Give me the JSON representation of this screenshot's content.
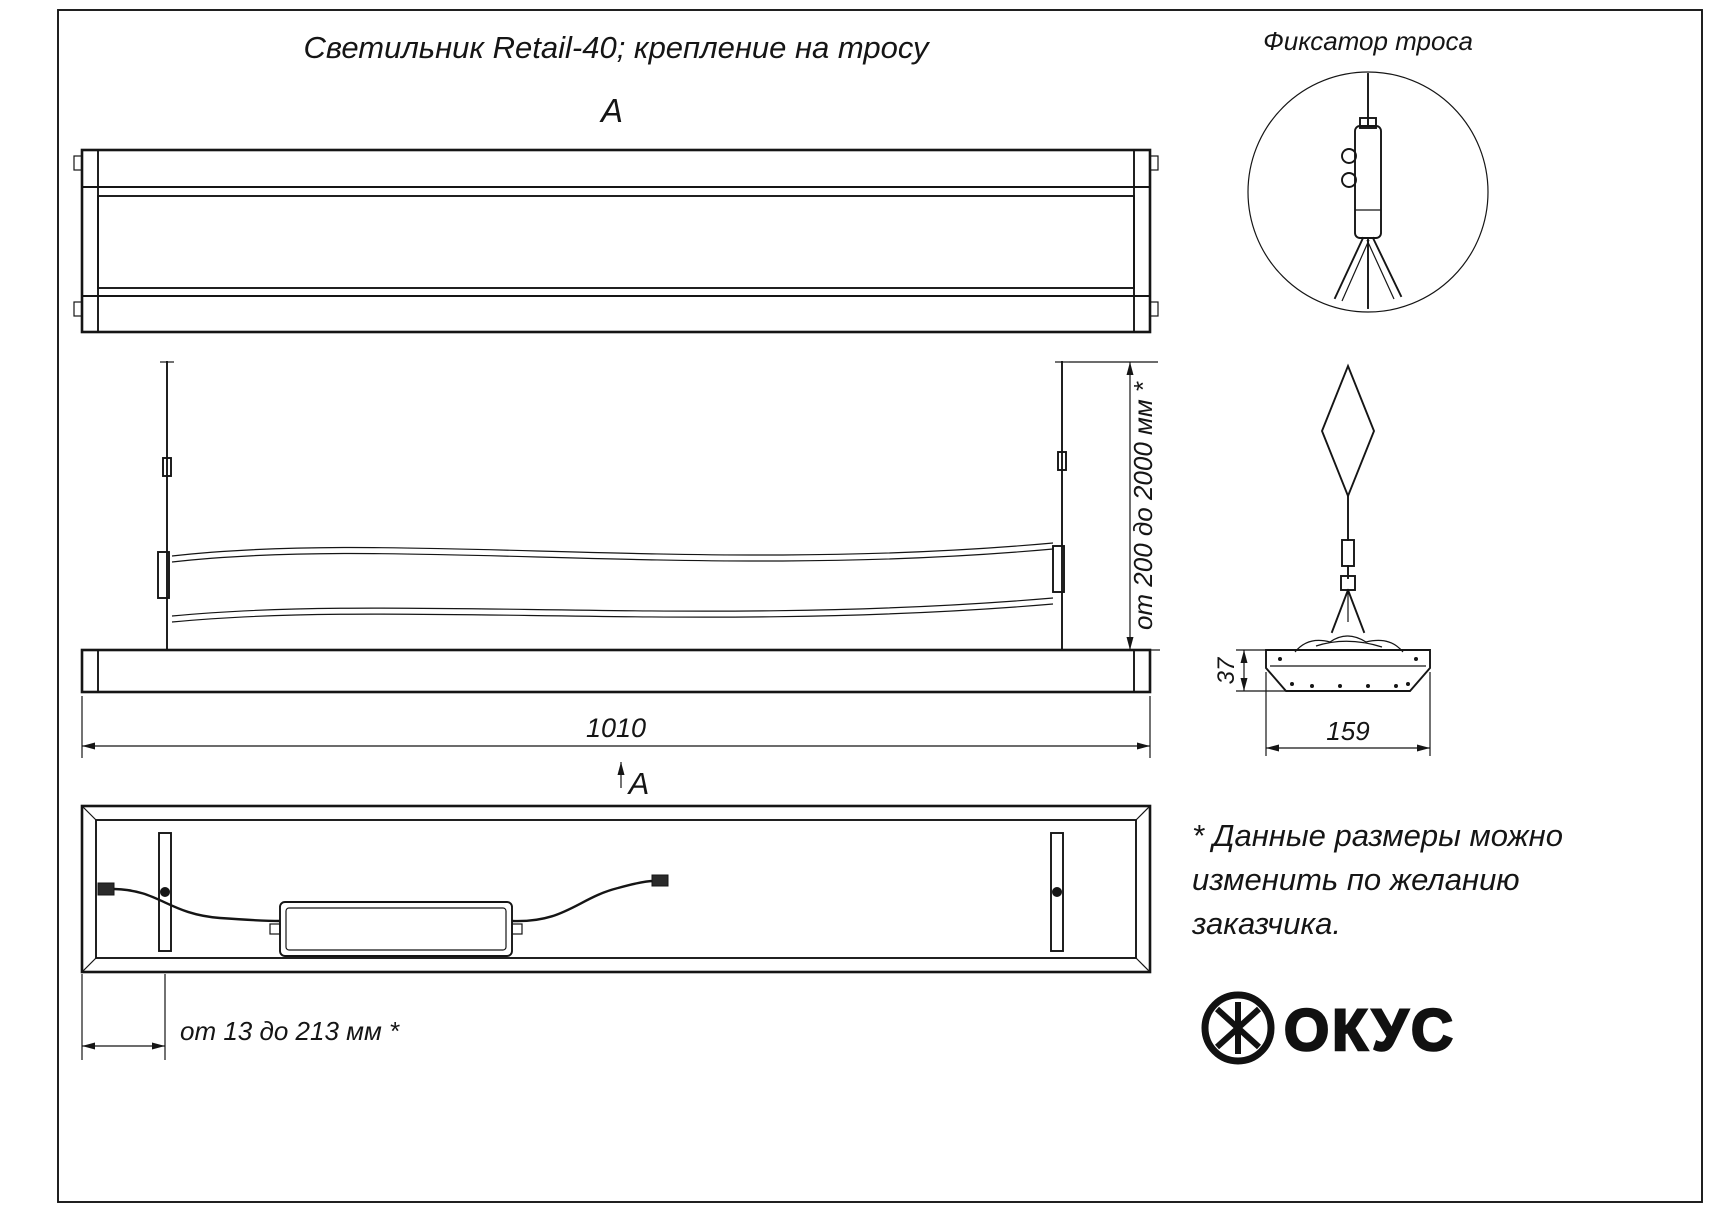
{
  "title": "Светильник Retail-40; крепление на тросу",
  "sections": {
    "top_marker": "А",
    "bottom_marker": "А"
  },
  "detail": {
    "label": "Фиксатор троса"
  },
  "dims": {
    "length": "1010",
    "suspension": "от 200 до 2000 мм *",
    "profile_height": "37",
    "profile_width": "159",
    "offset": "от 13 до 213 мм *"
  },
  "note": {
    "line1": "* Данные размеры можно",
    "line2": "изменить по желанию",
    "line3": "заказчика."
  },
  "logo": {
    "text": "ОКУС"
  }
}
